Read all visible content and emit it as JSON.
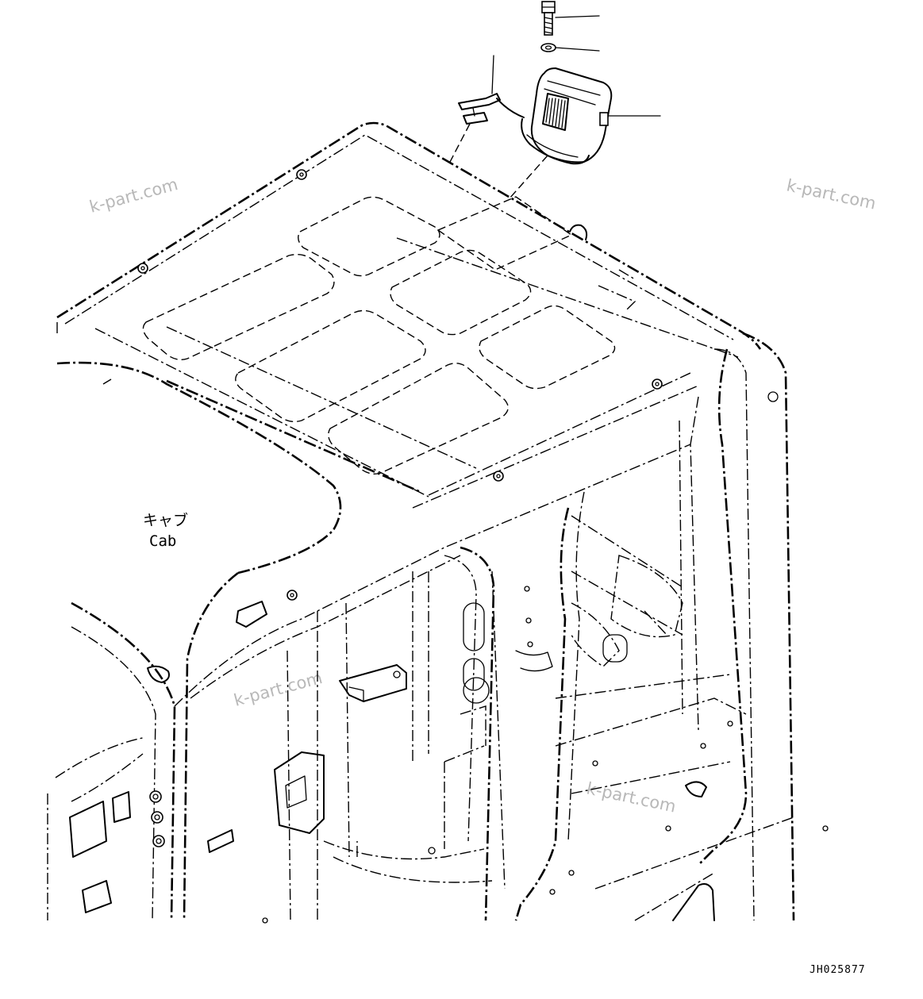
{
  "drawing": {
    "cab_label_jp": "キャブ",
    "cab_label_en": "Cab",
    "drawing_code": "JH025877",
    "watermark": "k-part.com",
    "line_color": "#000000",
    "watermark_color": "#b8b8b8",
    "background": "#ffffff"
  }
}
